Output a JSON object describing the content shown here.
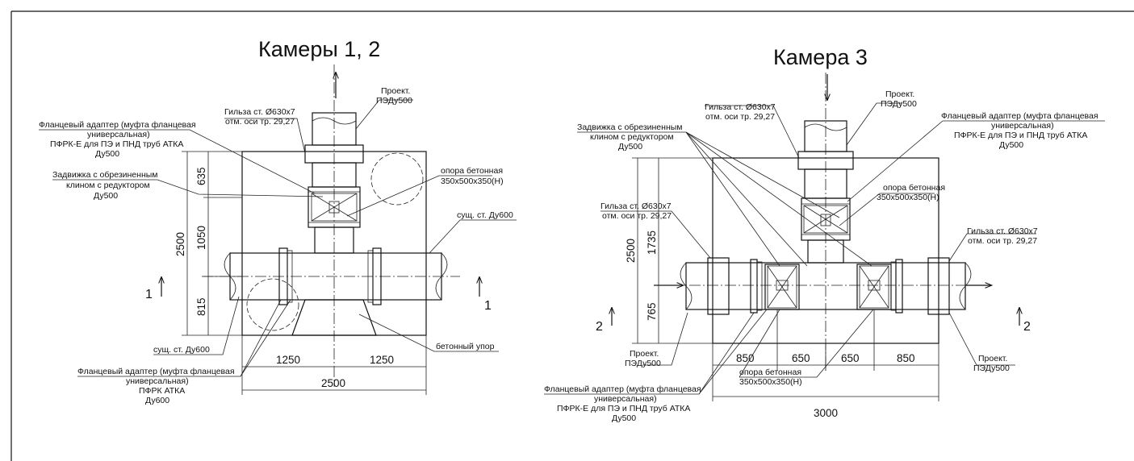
{
  "cameras_12": {
    "title": "Камеры  1, 2",
    "labels": {
      "sleeve": [
        "Гильза ст. Ø630х7",
        "отм. оси тр. 29,27"
      ],
      "project": [
        "Проект.",
        "ПЭДу500"
      ],
      "flange_top": [
        "Фланцевый адаптер (муфта фланцевая",
        "универсальная)",
        "ПФРК-Е для ПЭ и ПНД труб АТКА",
        "Ду500"
      ],
      "valve": [
        "Задвижка с обрезиненным",
        "клином с редуктором",
        "Ду500"
      ],
      "support": [
        "опора бетонная",
        "350х500х350(Н)"
      ],
      "pipe_right": "сущ. ст. Ду600",
      "pipe_left": "сущ. ст. Ду600",
      "stop": "бетонный упор",
      "flange_bottom": [
        "Фланцевый адаптер (муфта фланцевая",
        "универсальная)",
        "ПФРК  АТКА",
        "Ду600"
      ]
    },
    "dims": {
      "v_total": "2500",
      "v_parts": [
        "635",
        "1050",
        "815"
      ],
      "h_parts": [
        "1250",
        "1250"
      ],
      "h_total": "2500"
    },
    "section_marks": [
      "1",
      "1"
    ]
  },
  "camera_3": {
    "title": "Камера 3",
    "labels": {
      "valve": [
        "Задвижка с обрезиненным",
        "клином с редуктором",
        "Ду500"
      ],
      "sleeve_top": [
        "Гильза ст. Ø630х7",
        "отм. оси тр. 29,27"
      ],
      "project_top": [
        "Проект.",
        "ПЭДу500"
      ],
      "flange_top": [
        "Фланцевый адаптер (муфта фланцевая",
        "универсальная)",
        "ПФРК-Е для ПЭ и ПНД труб АТКА",
        "Ду500"
      ],
      "support_top": [
        "опора бетонная",
        "350х500х350(Н)"
      ],
      "sleeve_left": [
        "Гильза ст. Ø630х7",
        "отм. оси тр. 29,27"
      ],
      "sleeve_right": [
        "Гильза ст. Ø630х7",
        "отм. оси тр. 29,27"
      ],
      "project_left": [
        "Проект.",
        "ПЭДу500"
      ],
      "project_right": [
        "Проект.",
        "ПЭДу500"
      ],
      "support_bottom": [
        "опора бетонная",
        "350х500х350(Н)"
      ],
      "flange_bottom": [
        "Фланцевый адаптер (муфта фланцевая",
        "универсальная)",
        "ПФРК-Е для ПЭ и ПНД труб АТКА",
        "Ду500"
      ]
    },
    "dims": {
      "v_total": "2500",
      "v_parts": [
        "1735",
        "765"
      ],
      "h_parts": [
        "850",
        "650",
        "650",
        "850"
      ],
      "h_total": "3000"
    },
    "section_marks": [
      "2",
      "2"
    ]
  }
}
